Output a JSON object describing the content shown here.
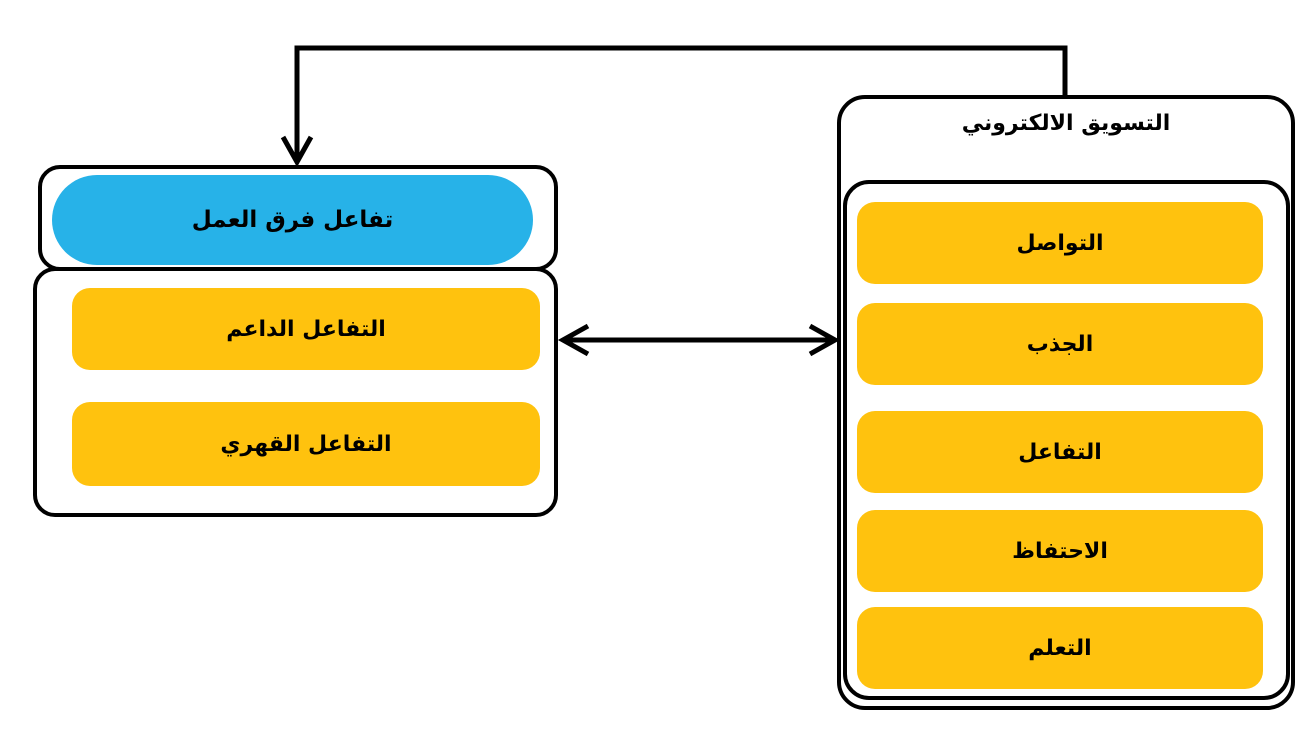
{
  "diagram": {
    "right_panel": {
      "title": "التسويق الالكتروني",
      "items": [
        "التواصل",
        "الجذب",
        "التفاعل",
        "الاحتفاظ",
        "التعلم"
      ]
    },
    "left_panel": {
      "header": "تفاعل فرق العمل",
      "items": [
        "التفاعل الداعم",
        "التفاعل القهري"
      ]
    },
    "colors": {
      "stage_yellow": "#FFC20E",
      "header_blue": "#27B2E8",
      "line": "#000000",
      "background": "#FFFFFF"
    }
  }
}
